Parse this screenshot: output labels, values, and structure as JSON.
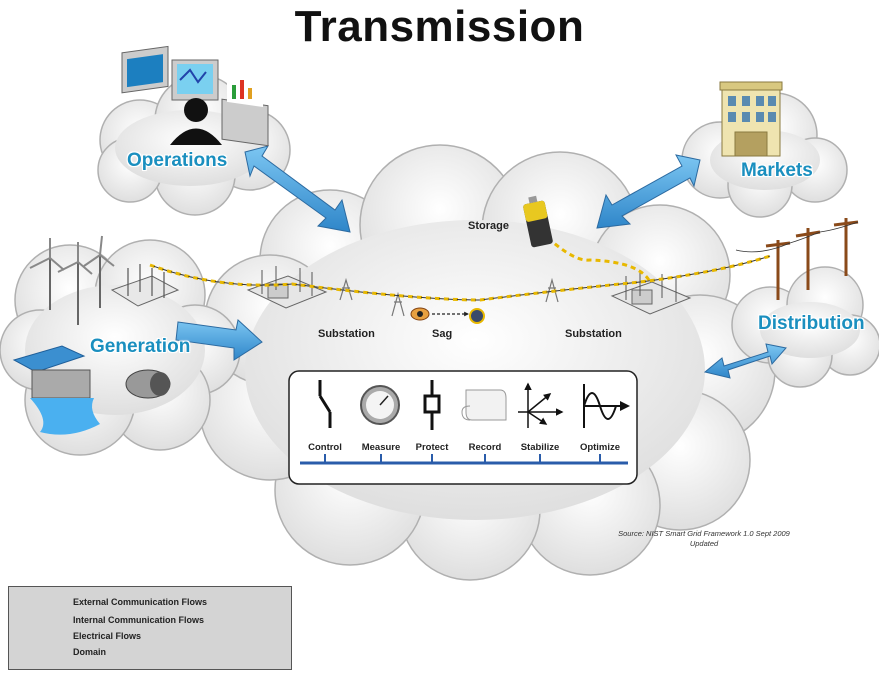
{
  "title": "Transmission",
  "domains": {
    "operations": "Operations",
    "markets": "Markets",
    "generation": "Generation",
    "distribution": "Distribution"
  },
  "labels": {
    "storage": "Storage",
    "substation_left": "Substation",
    "sag": "Sag",
    "substation_right": "Substation"
  },
  "functions": [
    "Control",
    "Measure",
    "Protect",
    "Record",
    "Stabilize",
    "Optimize"
  ],
  "source": {
    "line1": "Source:  NIST Smart Grid Framework 1.0 Sept 2009",
    "line2": "Updated"
  },
  "legend": {
    "items": [
      "External Communication Flows",
      "Internal Communication Flows",
      "Electrical Flows",
      "Domain"
    ]
  },
  "colors": {
    "accent_label": "#1a8fbf",
    "arrow": "#4aa3df",
    "electrical_flow": "#e8b800",
    "internal_flow": "#2a5caa",
    "cloud": "#f0f0f0"
  }
}
